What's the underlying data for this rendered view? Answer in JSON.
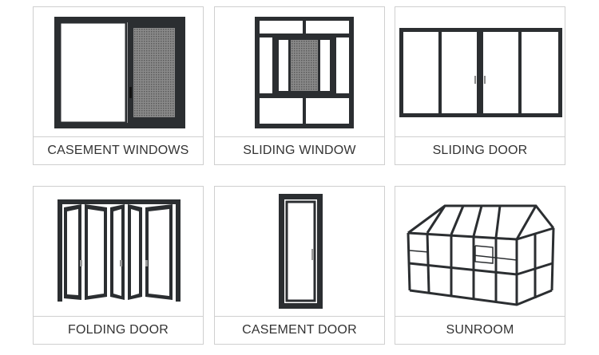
{
  "products": [
    {
      "label": "CASEMENT WINDOWS",
      "icon": "casement-window-icon"
    },
    {
      "label": "SLIDING WINDOW",
      "icon": "sliding-window-icon"
    },
    {
      "label": "SLIDING DOOR",
      "icon": "sliding-door-icon"
    },
    {
      "label": "FOLDING DOOR",
      "icon": "folding-door-icon"
    },
    {
      "label": "CASEMENT DOOR",
      "icon": "casement-door-icon"
    },
    {
      "label": "SUNROOM",
      "icon": "sunroom-icon"
    }
  ],
  "colors": {
    "frame": "#2b2e31",
    "border": "#cfcfcf",
    "text": "#333333",
    "mesh": "#6e6e6e"
  }
}
